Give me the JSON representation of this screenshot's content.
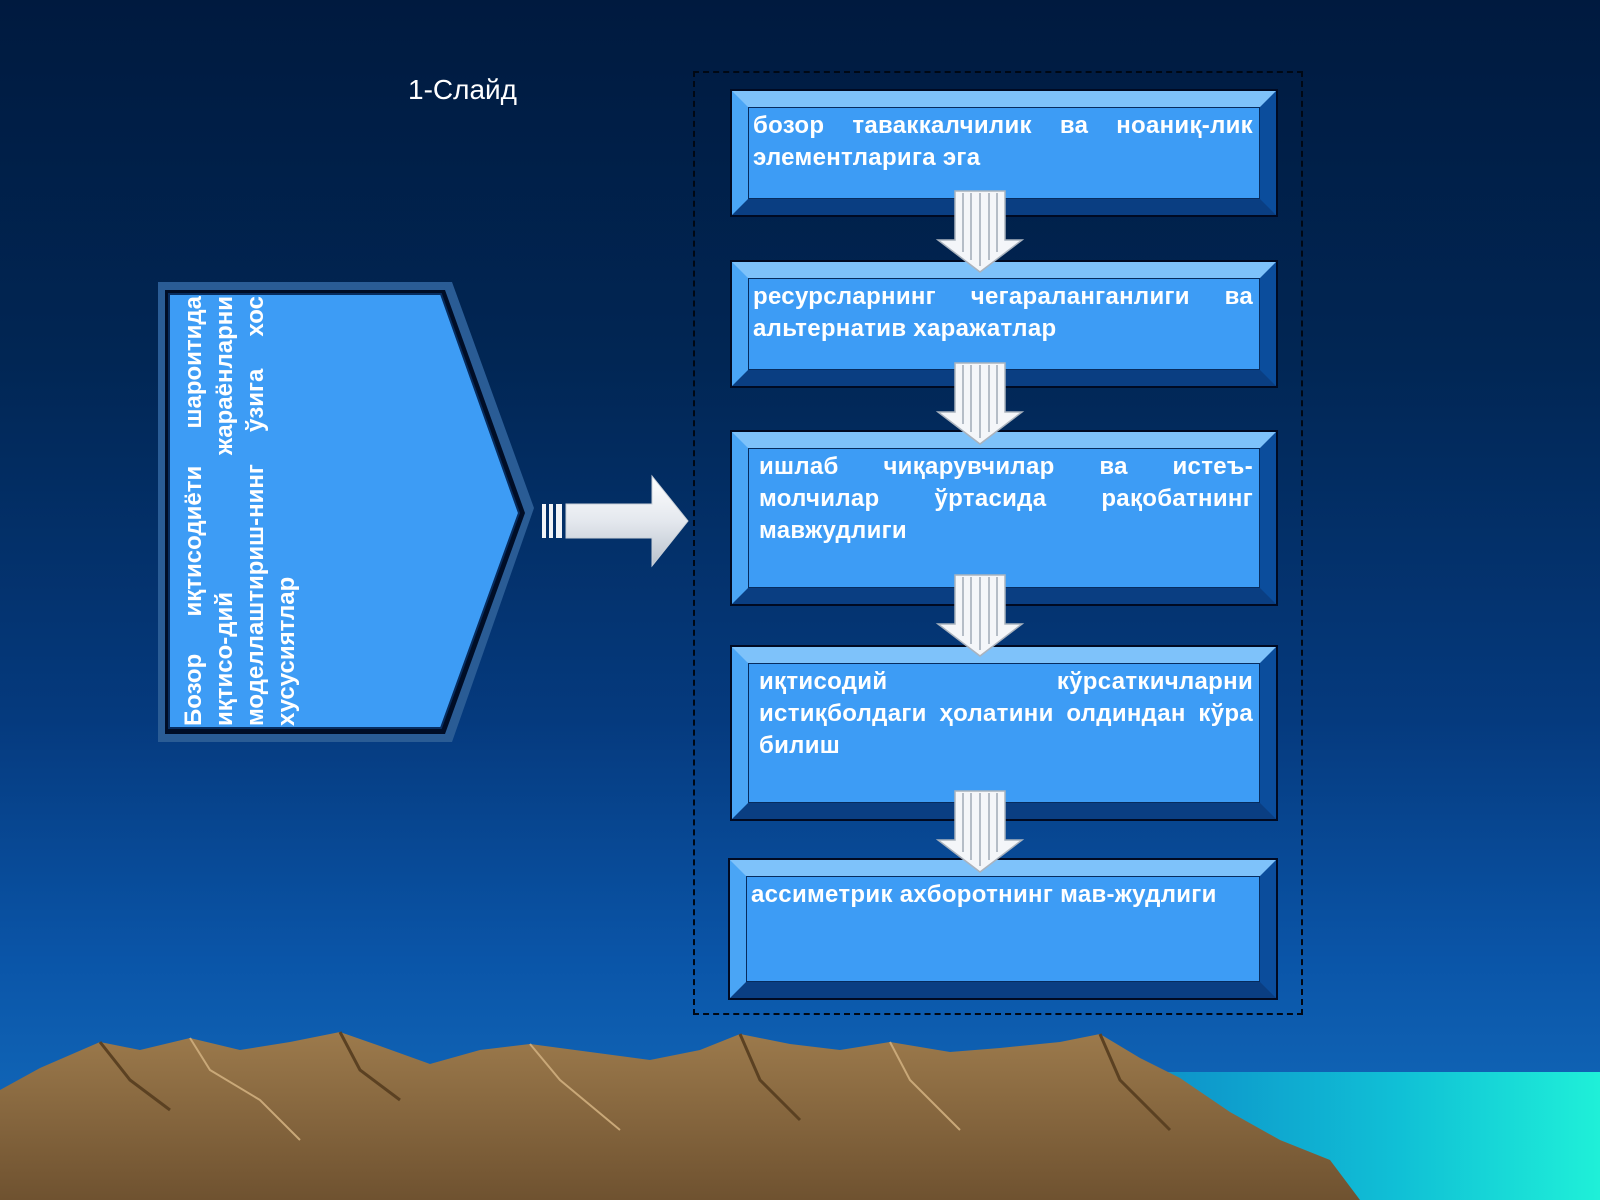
{
  "slide": {
    "title": "1-Слайд"
  },
  "left_shape": {
    "text": "Бозор иқтисодиёти шароитида иқтисо-дий жараёнларни моделлаштириш-нинг ўзига хос хусусиятлар"
  },
  "boxes": [
    {
      "text": "бозор таваккалчилик ва ноаниқ-лик элементларига эга"
    },
    {
      "text": "ресурсларнинг чегараланганлиги ва альтернатив харажатлар"
    },
    {
      "text": "ишлаб чиқарувчилар ва истеъ-молчилар ўртасида рақобатнинг мавжудлиги"
    },
    {
      "text": "иқтисодий кўрсаткичларни истиқболдаги ҳолатини олдиндан кўра билиш"
    },
    {
      "text": "ассиметрик ахборотнинг мав-жудлиги"
    }
  ],
  "colors": {
    "box_fill": "#3d9cf5",
    "background_top": "#001a3f",
    "background_bottom": "#1570c0",
    "mountain": "#8a6a42",
    "sea": "#19e8d6"
  },
  "icons": {
    "down_arrow": "striped-down-arrow-icon",
    "right_arrow": "striped-right-arrow-icon"
  }
}
